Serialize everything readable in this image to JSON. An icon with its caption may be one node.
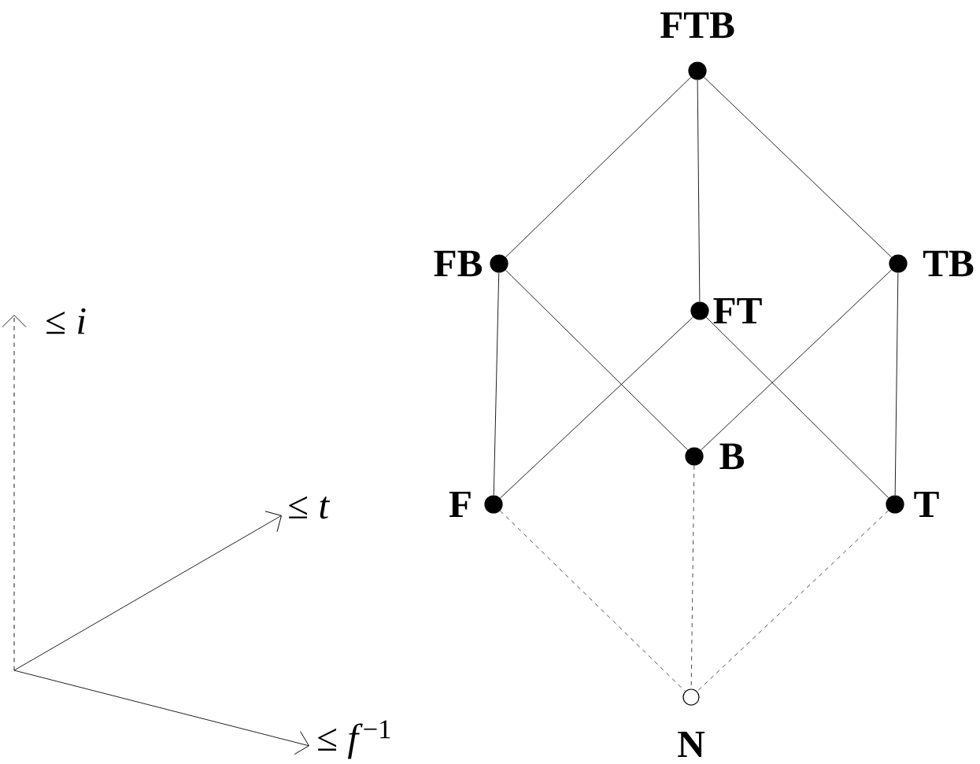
{
  "diagram": {
    "nodes": [
      {
        "text": [
          "FTB"
        ]
      },
      {
        "text": [
          "FB"
        ]
      },
      {
        "text": [
          "FT"
        ]
      },
      {
        "text": [
          "TB"
        ]
      },
      {
        "text": [
          "B"
        ]
      },
      {
        "text": [
          "F"
        ]
      },
      {
        "text": [
          "T"
        ]
      },
      {
        "text": [
          "N"
        ]
      }
    ],
    "edges": [
      {
        "from": 0,
        "to": 1,
        "arrow": "none"
      },
      {
        "from": 0,
        "to": 2,
        "arrow": "none"
      },
      {
        "from": 0,
        "to": 3,
        "arrow": "none"
      },
      {
        "from": 1,
        "to": 5,
        "arrow": "none"
      },
      {
        "from": 1,
        "to": 4,
        "arrow": "none"
      },
      {
        "from": 2,
        "to": 5,
        "arrow": "none"
      },
      {
        "from": 2,
        "to": 6,
        "arrow": "none"
      },
      {
        "from": 3,
        "to": 4,
        "arrow": "none"
      },
      {
        "from": 3,
        "to": 6,
        "arrow": "none"
      },
      {
        "from": 5,
        "to": 7,
        "arrow": "none",
        "style": "dashed"
      },
      {
        "from": 4,
        "to": 7,
        "arrow": "none",
        "style": "dashed"
      },
      {
        "from": 6,
        "to": 7,
        "arrow": "none",
        "style": "dashed"
      }
    ],
    "labels": [
      "≤ *i*",
      "≤ *t*",
      "≤ *f*$^{−1}$"
    ]
  }
}
